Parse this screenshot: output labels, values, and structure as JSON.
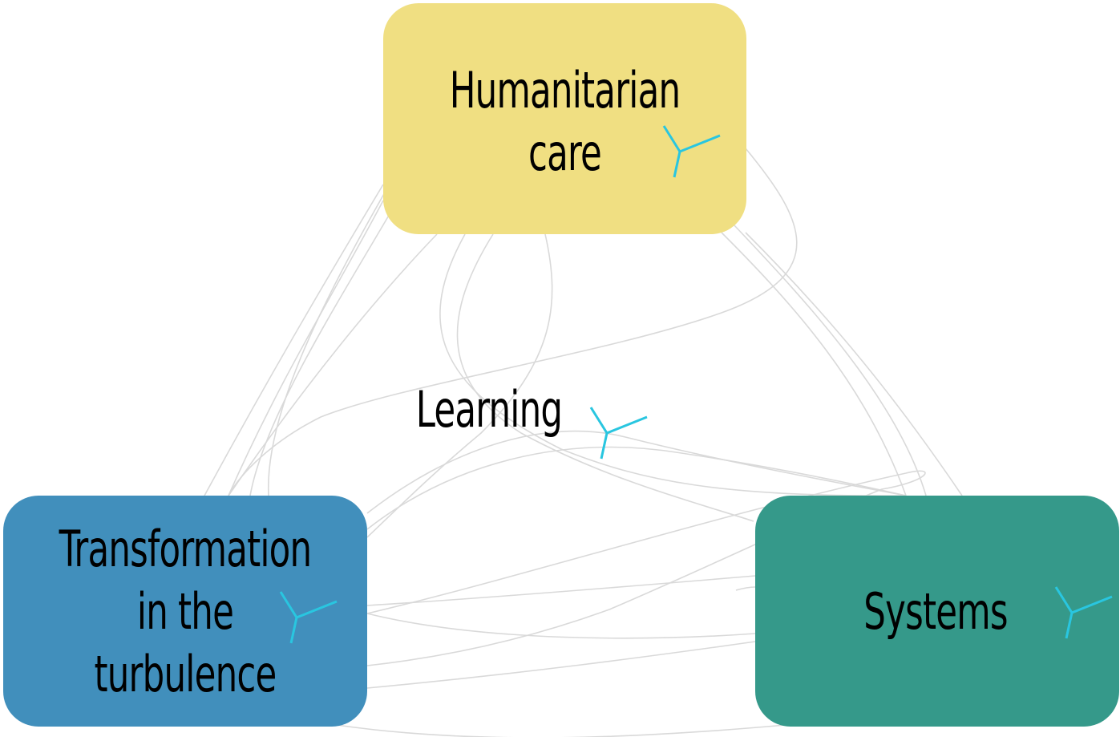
{
  "nodes": {
    "humanitarian": {
      "line1": "Humanitarian",
      "line2": "care",
      "color": "#f0df82"
    },
    "transformation": {
      "line1": "Transformation",
      "line2": "in the",
      "line3": "turbulence",
      "color": "#418fbc"
    },
    "systems": {
      "label": "Systems",
      "color": "#35998a"
    }
  },
  "center": {
    "label": "Learning"
  },
  "colors": {
    "connector": "#d9d9d9",
    "icon": "#29c6e0"
  },
  "icons": {
    "node_icon": "three-prong-icon"
  }
}
